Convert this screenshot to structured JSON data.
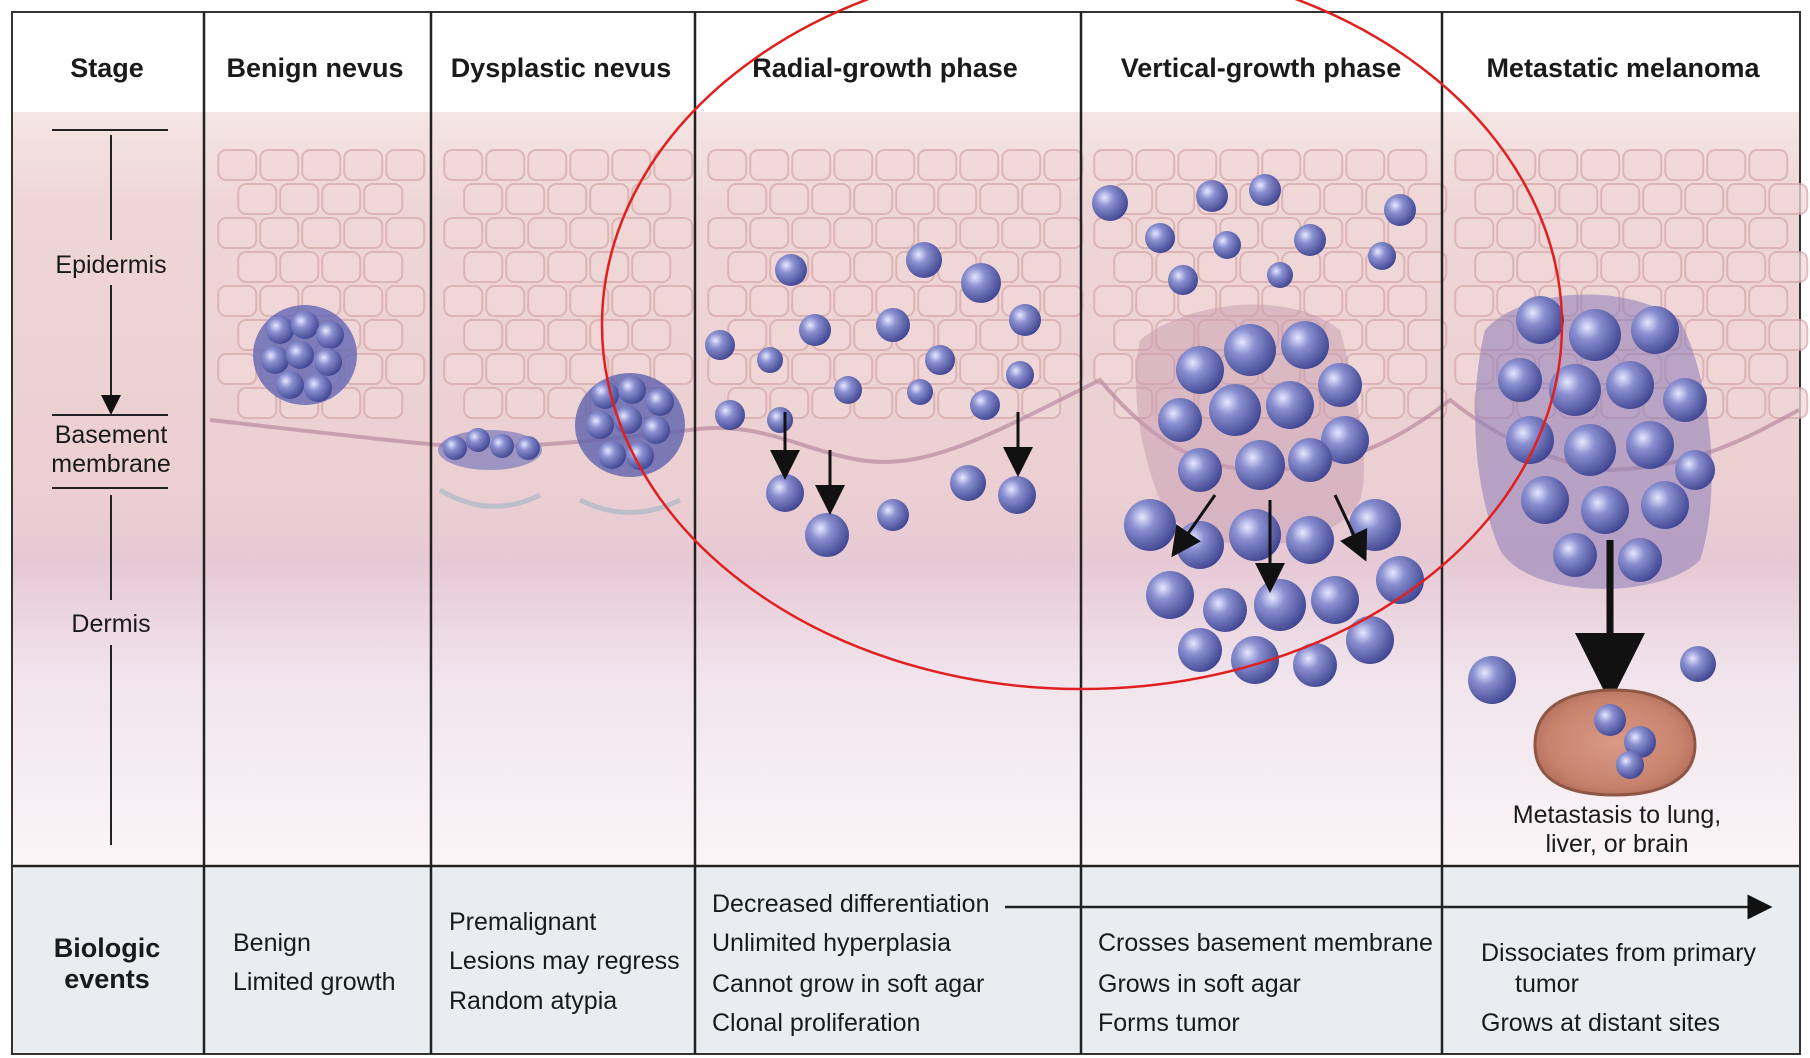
{
  "stages": {
    "stage": "Stage",
    "benign_nevus": "Benign nevus",
    "dysplastic_nevus": "Dysplastic nevus",
    "radial_growth": "Radial-growth phase",
    "vertical_growth": "Vertical-growth phase",
    "metastatic": "Metastatic melanoma"
  },
  "layers": {
    "epidermis": "Epidermis",
    "basement_1": "Basement",
    "basement_2": "membrane",
    "dermis": "Dermis"
  },
  "metastasis_note": {
    "line1": "Metastasis to lung,",
    "line2": "liver, or brain"
  },
  "biologic": {
    "label_1": "Biologic",
    "label_2": "events",
    "benign": [
      "Benign",
      "Limited growth"
    ],
    "dysplastic": [
      "Premalignant",
      "Lesions may regress",
      "Random atypia"
    ],
    "radial": [
      "Decreased differentiation",
      "Unlimited hyperplasia",
      "Cannot grow in soft agar",
      "Clonal proliferation"
    ],
    "vertical": [
      "Crosses basement membrane",
      "Grows in soft agar",
      "Forms tumor"
    ],
    "metastatic": [
      "Dissociates from primary",
      "tumor",
      "Grows at distant sites"
    ]
  },
  "colors": {
    "epidermis": "#ecd0d2",
    "dermis": "#f3e8ee",
    "cell": "#5a5fa8",
    "highlight_circle": "#e0201f"
  }
}
